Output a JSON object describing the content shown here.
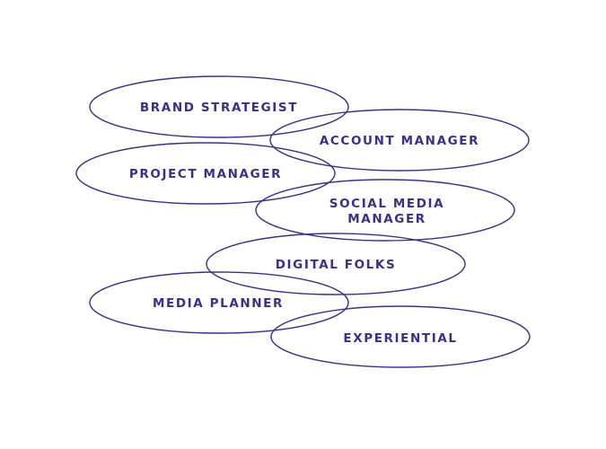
{
  "roles": [
    {
      "id": "brand-strategist",
      "lines": [
        "BRAND STRATEGIST"
      ]
    },
    {
      "id": "account-manager",
      "lines": [
        "ACCOUNT MANAGER"
      ]
    },
    {
      "id": "project-manager",
      "lines": [
        "PROJECT MANAGER"
      ]
    },
    {
      "id": "social-media-manager",
      "lines": [
        "SOCIAL MEDIA",
        "MANAGER"
      ]
    },
    {
      "id": "digital-folks",
      "lines": [
        "DIGITAL FOLKS"
      ]
    },
    {
      "id": "media-planner",
      "lines": [
        "MEDIA PLANNER"
      ]
    },
    {
      "id": "experiential",
      "lines": [
        "EXPERIENTIAL"
      ]
    }
  ],
  "colors": {
    "stroke": "#3d2f88",
    "text": "#3d2f88",
    "background": "#ffffff"
  }
}
